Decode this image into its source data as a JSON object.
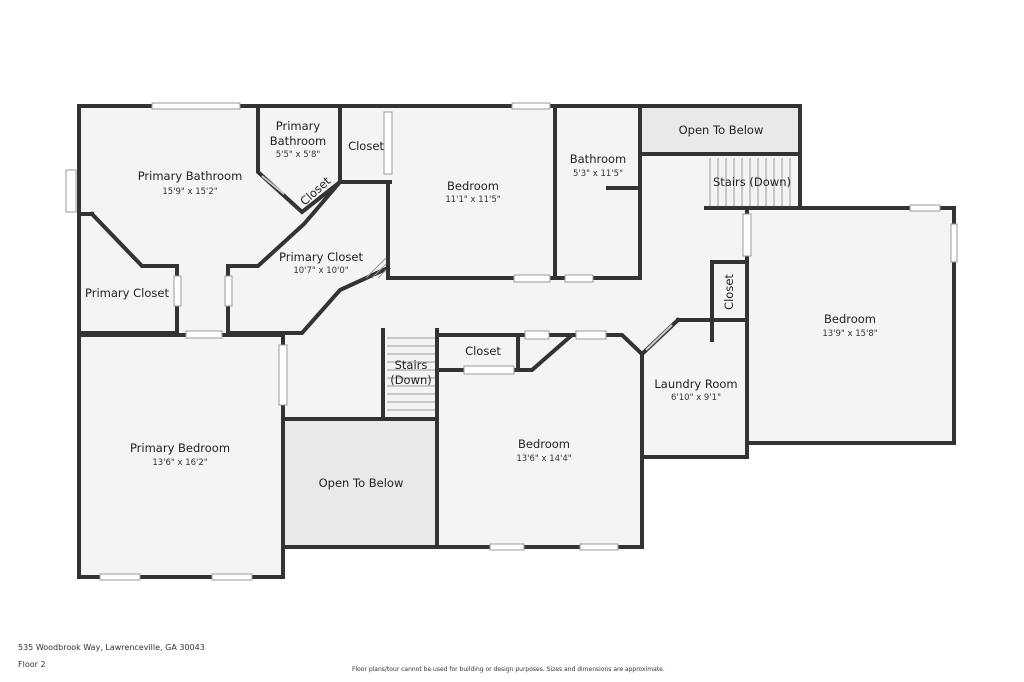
{
  "rooms": {
    "primary_bathroom": {
      "name": "Primary Bathroom",
      "dims": "15'9\" x 15'2\""
    },
    "primary_bathroom_small": {
      "name_line1": "Primary",
      "name_line2": "Bathroom",
      "dims": "5'5\" x 5'8\""
    },
    "closet_top": {
      "name": "Closet"
    },
    "closet_diag": {
      "name": "Closet"
    },
    "bedroom_top": {
      "name": "Bedroom",
      "dims": "11'1\" x 11'5\""
    },
    "bathroom": {
      "name": "Bathroom",
      "dims": "5'3\" x 11'5\""
    },
    "open_to_below_top": {
      "name": "Open To Below"
    },
    "stairs_top": {
      "name": "Stairs (Down)"
    },
    "primary_closet_center": {
      "name": "Primary Closet",
      "dims": "10'7\" x 10'0\""
    },
    "primary_closet_left": {
      "name": "Primary Closet"
    },
    "bedroom_right": {
      "name": "Bedroom",
      "dims": "13'9\" x 15'8\""
    },
    "closet_vertical": {
      "name": "Closet"
    },
    "stairs_mid": {
      "name_line1": "Stairs",
      "name_line2": "(Down)"
    },
    "closet_mid": {
      "name": "Closet"
    },
    "laundry": {
      "name": "Laundry Room",
      "dims": "6'10\" x 9'1\""
    },
    "primary_bedroom": {
      "name": "Primary Bedroom",
      "dims": "13'6\" x 16'2\""
    },
    "open_to_below_bottom": {
      "name": "Open To Below"
    },
    "bedroom_bottom": {
      "name": "Bedroom",
      "dims": "13'6\" x 14'4\""
    }
  },
  "footer": {
    "address": "535 Woodbrook Way, Lawrenceville, GA 30043",
    "floor": "Floor 2",
    "disclaimer": "Floor plans/tour cannot be used for building or design purposes. Sizes and dimensions are approximate."
  }
}
